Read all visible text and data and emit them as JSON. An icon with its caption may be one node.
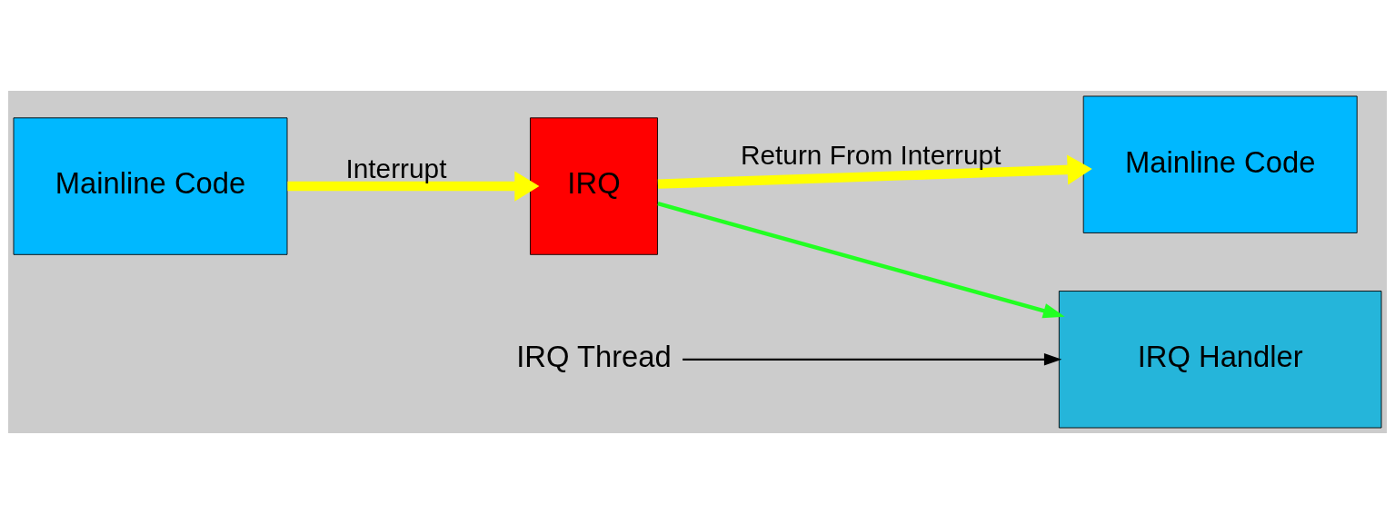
{
  "diagram": {
    "nodes": [
      {
        "text": [
          "Mainline Code"
        ]
      },
      {
        "text": [
          "IRQ"
        ]
      },
      {
        "text": [
          "Mainline Code"
        ]
      },
      {
        "text": [
          "IRQ Handler"
        ]
      },
      {
        "text": [
          "IRQ Thread"
        ]
      }
    ],
    "edges": [
      {
        "from": 0,
        "to": 1,
        "arrow": "to",
        "label": "Interrupt",
        "style": "thick"
      },
      {
        "from": 1,
        "to": 2,
        "arrow": "to",
        "label": "Return From Interrupt",
        "style": "thick"
      },
      {
        "from": 1,
        "to": 3,
        "arrow": "to",
        "color": "#22ff22"
      },
      {
        "from": 4,
        "to": 3,
        "arrow": "to",
        "color": "#000000"
      }
    ]
  }
}
